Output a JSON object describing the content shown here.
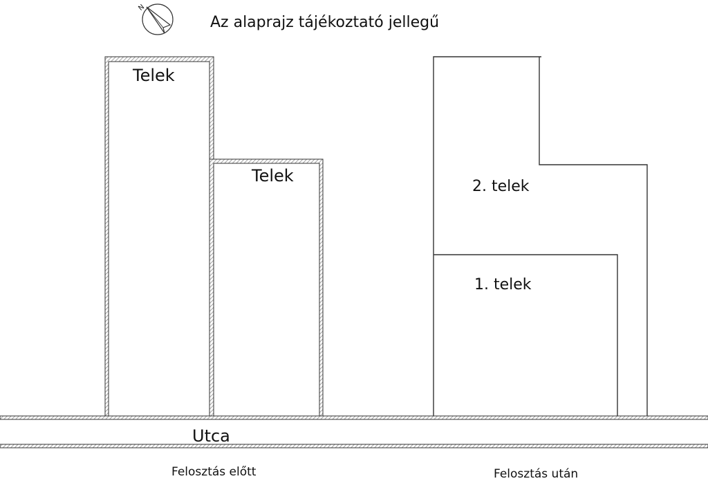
{
  "note": "Az alaprajz tájékoztató jellegű",
  "north_arrow_letter": "N",
  "before": {
    "plot_a_label": "Telek",
    "plot_b_label": "Telek",
    "caption": "Felosztás előtt"
  },
  "after": {
    "plot_2_label": "2. telek",
    "plot_1_label": "1. telek",
    "caption": "Felosztás után"
  },
  "street_label": "Utca",
  "colors": {
    "line": "#333333",
    "hatch": "#8a8a8a",
    "background": "#ffffff"
  }
}
